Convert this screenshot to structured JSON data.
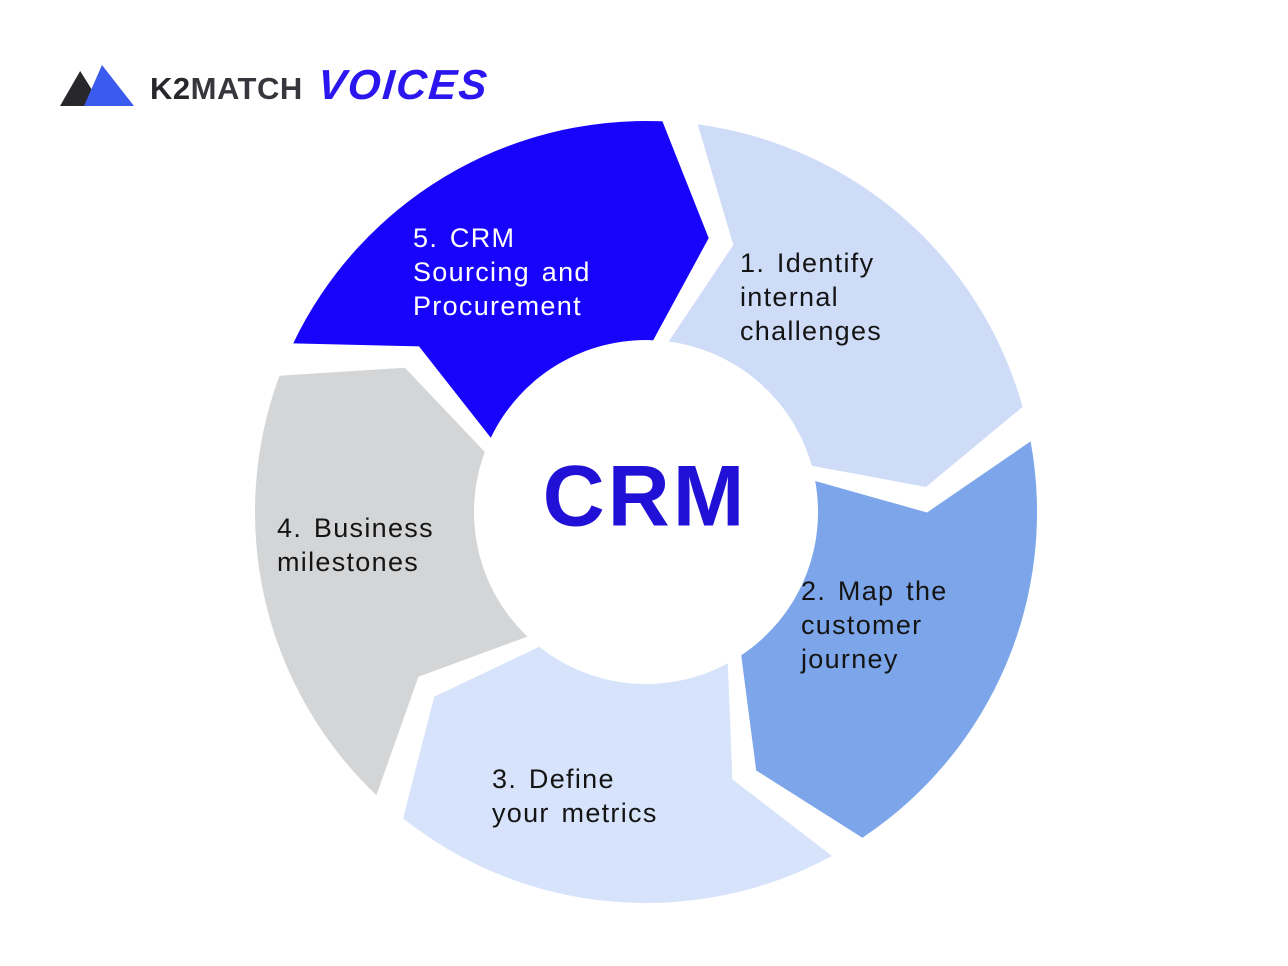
{
  "brand": {
    "icon": "twin-mountain-triangles-icon",
    "name_bold": "K2",
    "name_rest": "MATCH",
    "suffix": "VOICES",
    "name_color": "#26262b",
    "suffix_color": "#2b16f0",
    "icon_black": "#28282c",
    "icon_blue": "#3b5bee"
  },
  "diagram": {
    "type": "cycle",
    "direction": "clockwise",
    "center_label": "CRM",
    "center_color": "#2111d6",
    "segments": [
      {
        "order": 1,
        "label": "1. Identify\ninternal\nchallenges",
        "fill": "#cfdcf8",
        "text_color": "#141414"
      },
      {
        "order": 2,
        "label": "2. Map the\ncustomer\njourney",
        "fill": "#7da6ea",
        "text_color": "#141414"
      },
      {
        "order": 3,
        "label": "3. Define\nyour metrics",
        "fill": "#d6e3fb",
        "text_color": "#141414"
      },
      {
        "order": 4,
        "label": "4. Business\nmilestones",
        "fill": "#d4d5d7",
        "text_color": "#141414"
      },
      {
        "order": 5,
        "label": "5. CRM\nSourcing and\nProcurement",
        "fill": "#1804fa",
        "text_color": "#ffffff"
      }
    ]
  }
}
